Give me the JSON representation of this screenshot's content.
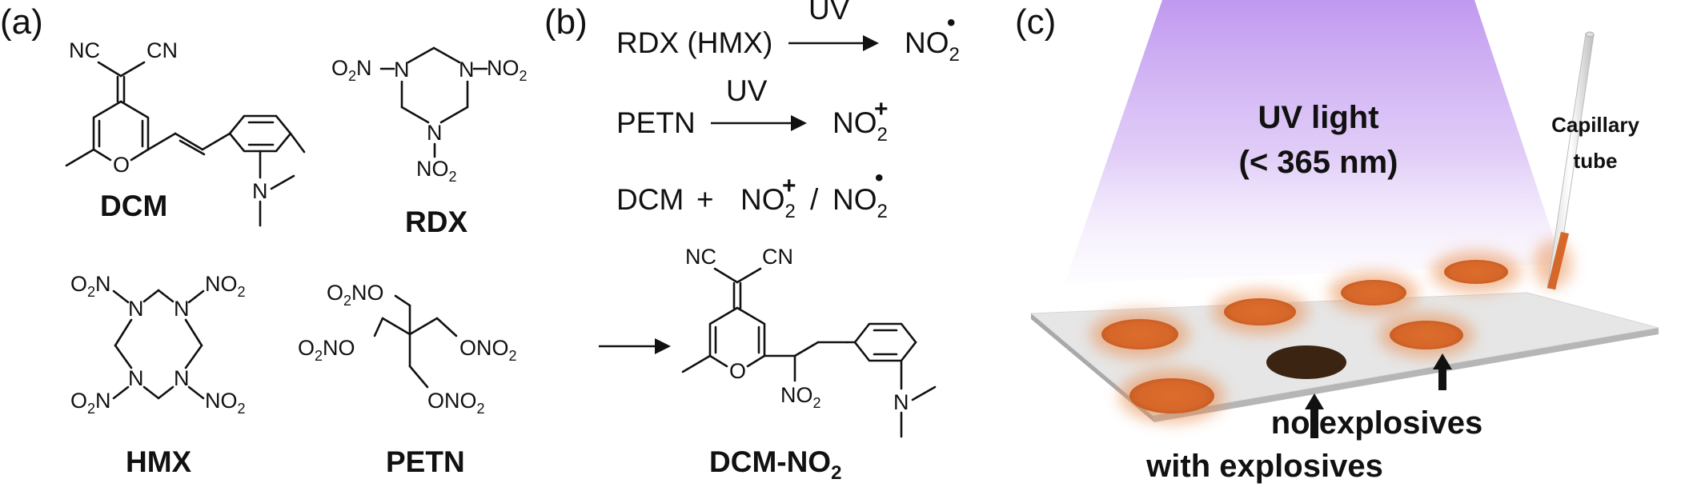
{
  "panels": {
    "a": "(a)",
    "b": "(b)",
    "c": "(c)"
  },
  "molecules": {
    "dcm": "DCM",
    "rdx": "RDX",
    "hmx": "HMX",
    "petn": "PETN",
    "dcm_no2": "DCM-NO",
    "dcm_no2_sub": "2"
  },
  "atoms": {
    "nc": "NC",
    "cn": "CN",
    "o": "O",
    "n": "N",
    "o2n": "O",
    "no2": "NO",
    "sub2": "2",
    "ono2": "ONO",
    "o2no": "O"
  },
  "reactions": {
    "r1_reactant": "RDX (HMX)",
    "r1_condition": "UV",
    "r1_product": "NO",
    "r1_product_sub": "2",
    "r1_product_sup": "•",
    "r2_reactant": "PETN",
    "r2_condition": "UV",
    "r2_product": "NO",
    "r2_product_sub": "2",
    "r2_product_sup": "+",
    "r3_reactant": "DCM",
    "r3_plus": "+",
    "r3_p1": "NO",
    "r3_p1_sub": "2",
    "r3_p1_sup": "+",
    "r3_slash": "/",
    "r3_p2": "NO",
    "r3_p2_sub": "2",
    "r3_p2_sup": "•"
  },
  "setup": {
    "uv_title": "UV light",
    "uv_range": "(< 365 nm)",
    "capillary_line1": "Capillary",
    "capillary_line2": "tube",
    "with_explosives": "with explosives",
    "no_explosives": "no explosives"
  },
  "colors": {
    "uv_glow": "#c9a6f0",
    "spot_orange": "#d9692a",
    "spot_dark": "#3b2412",
    "paper": "#e4e4e4"
  }
}
